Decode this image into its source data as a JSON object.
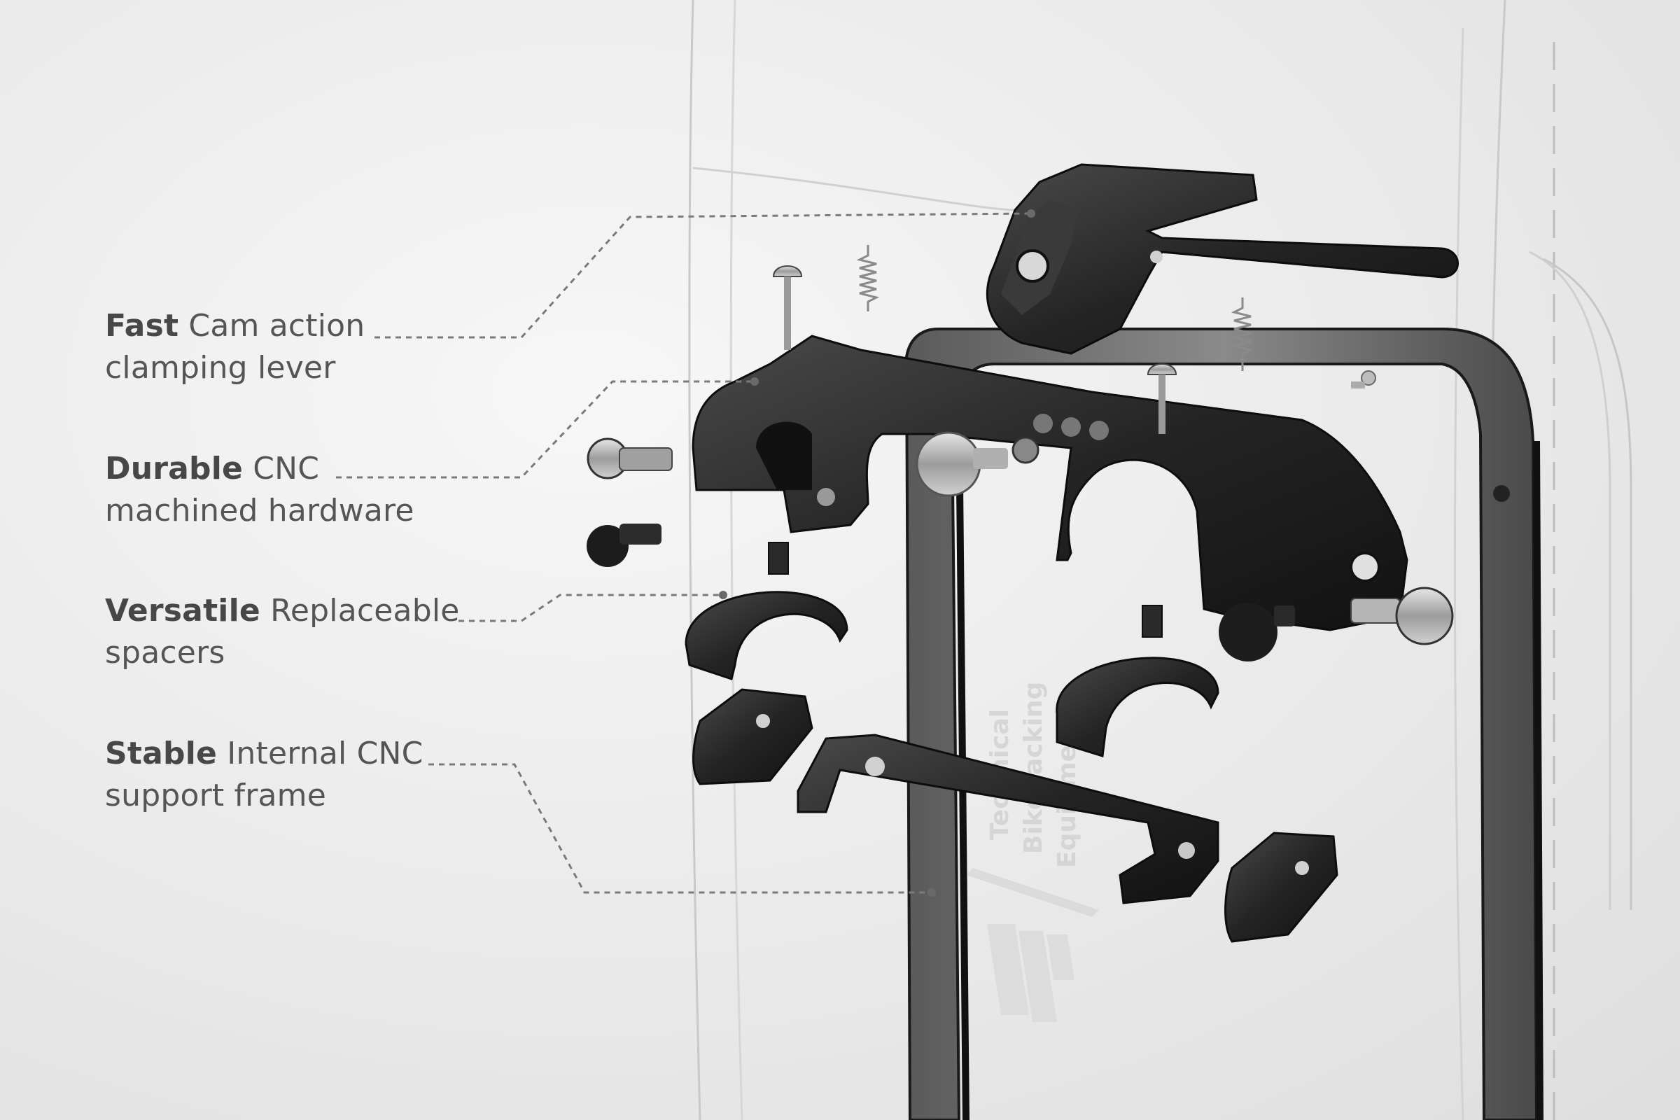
{
  "callouts": [
    {
      "keyword": "Fast",
      "line1_rest": "Cam action",
      "line2": "clamping lever"
    },
    {
      "keyword": "Durable",
      "line1_rest": "CNC",
      "line2": "machined hardware"
    },
    {
      "keyword": "Versatile",
      "line1_rest": "Replaceable",
      "line2": "spacers"
    },
    {
      "keyword": "Stable",
      "line1_rest": "Internal CNC",
      "line2": "support frame"
    }
  ],
  "watermark": {
    "line1": "Technical",
    "line2": "Bikepacking",
    "line3": "Equipment"
  },
  "colors": {
    "background": "#ececec",
    "part_dark": "#232323",
    "frame_metal": "#6a6a6a",
    "leader_line": "#7a7a7a",
    "text": "#555555"
  },
  "icons": [
    "screw-icon",
    "spring-icon",
    "brand-logo"
  ]
}
